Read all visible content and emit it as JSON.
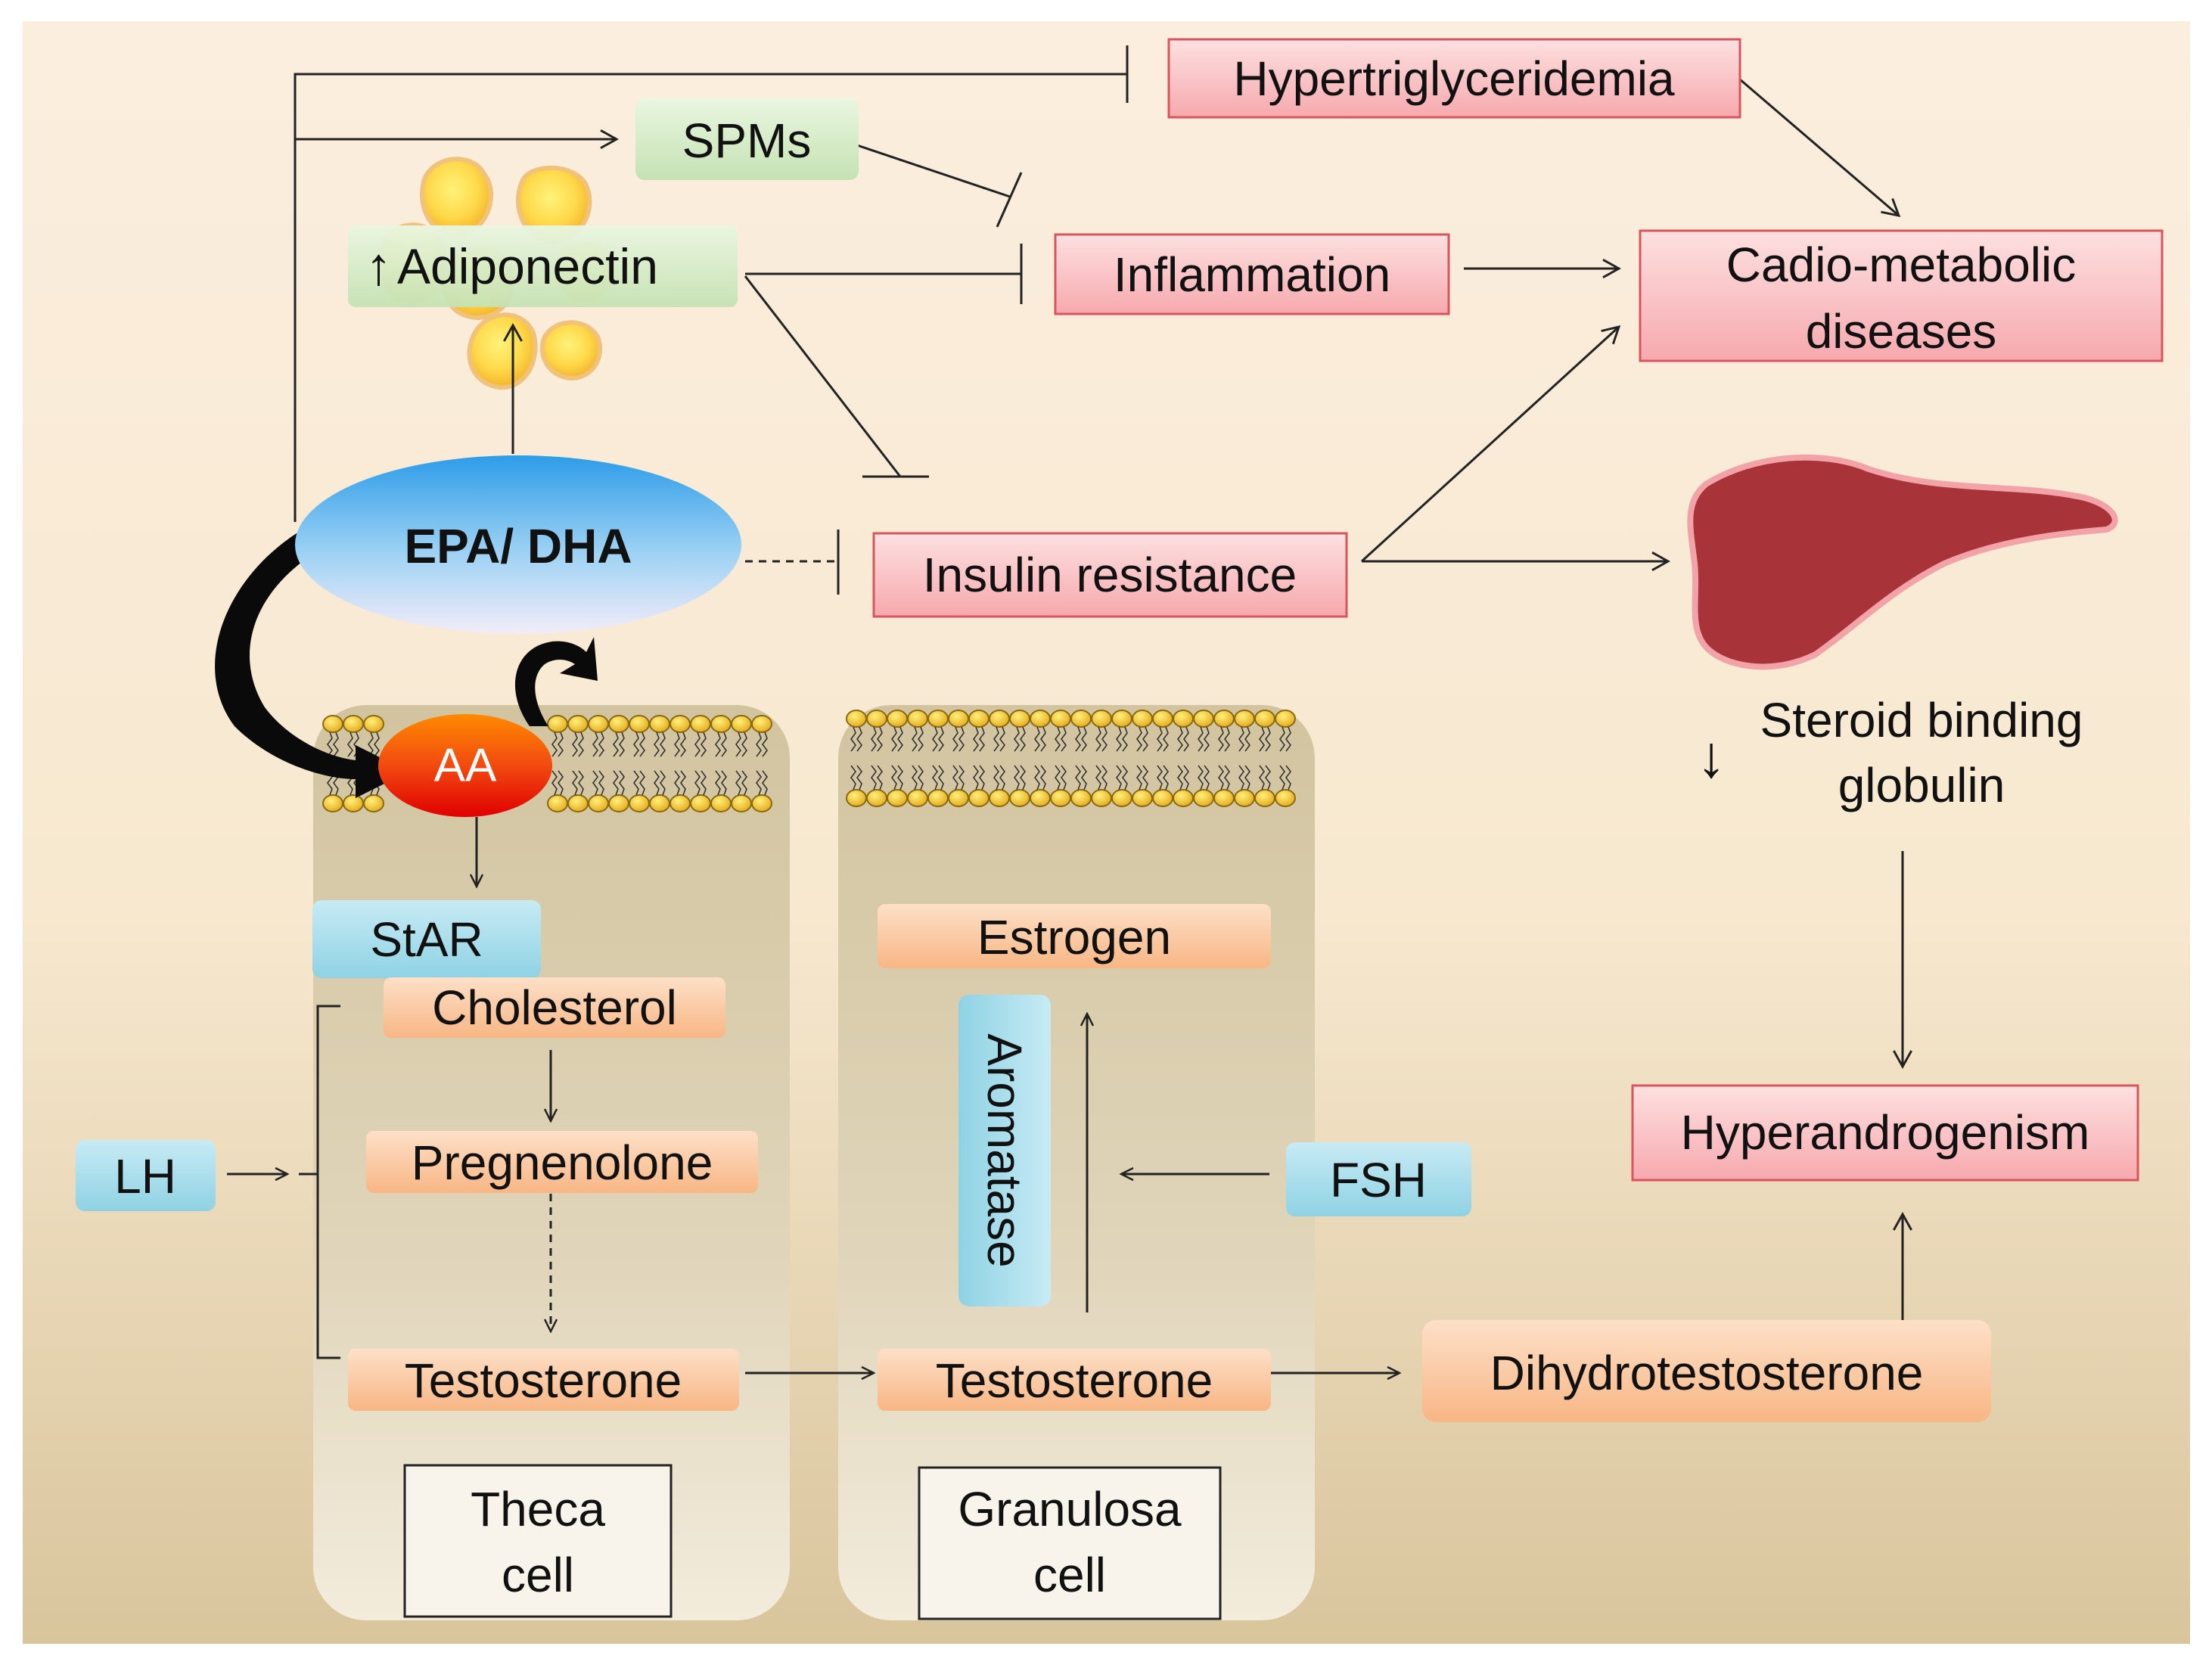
{
  "nodes": {
    "hypertriglyceridemia": "Hypertriglyceridemia",
    "spms": "SPMs",
    "adiponectin_arrow": "↑",
    "adiponectin": "Adiponectin",
    "inflammation": "Inflammation",
    "cardio_line1": "Cadio-metabolic",
    "cardio_line2": "diseases",
    "epa_dha": "EPA/ DHA",
    "insulin_resistance": "Insulin resistance",
    "aa": "AA",
    "star": "StAR",
    "cholesterol": "Cholesterol",
    "pregnenolone": "Pregnenolone",
    "testosterone_theca": "Testosterone",
    "lh": "LH",
    "estrogen": "Estrogen",
    "aromatase": "Aromatase",
    "fsh": "FSH",
    "testosterone_granulosa": "Testosterone",
    "dihydrotestosterone": "Dihydrotestosterone",
    "shbg_arrow": "↓",
    "shbg_line1": "Steroid binding",
    "shbg_line2": "globulin",
    "hyperandrogenism": "Hyperandrogenism",
    "theca_line1": "Theca",
    "theca_line2": "cell",
    "granulosa_line1": "Granulosa",
    "granulosa_line2": "cell"
  },
  "colors": {
    "red_box": "#f9c5c8",
    "red_border": "#d9555e",
    "green_box": "#d6ecc9",
    "blue_box": "#a6dcea",
    "orange_box": "#fbc7a0",
    "liver": "#a8343a",
    "cell_panel": "#d8ccae",
    "ellipse_top": "#3aa6ea",
    "ellipse_bottom": "#ece4f5"
  }
}
